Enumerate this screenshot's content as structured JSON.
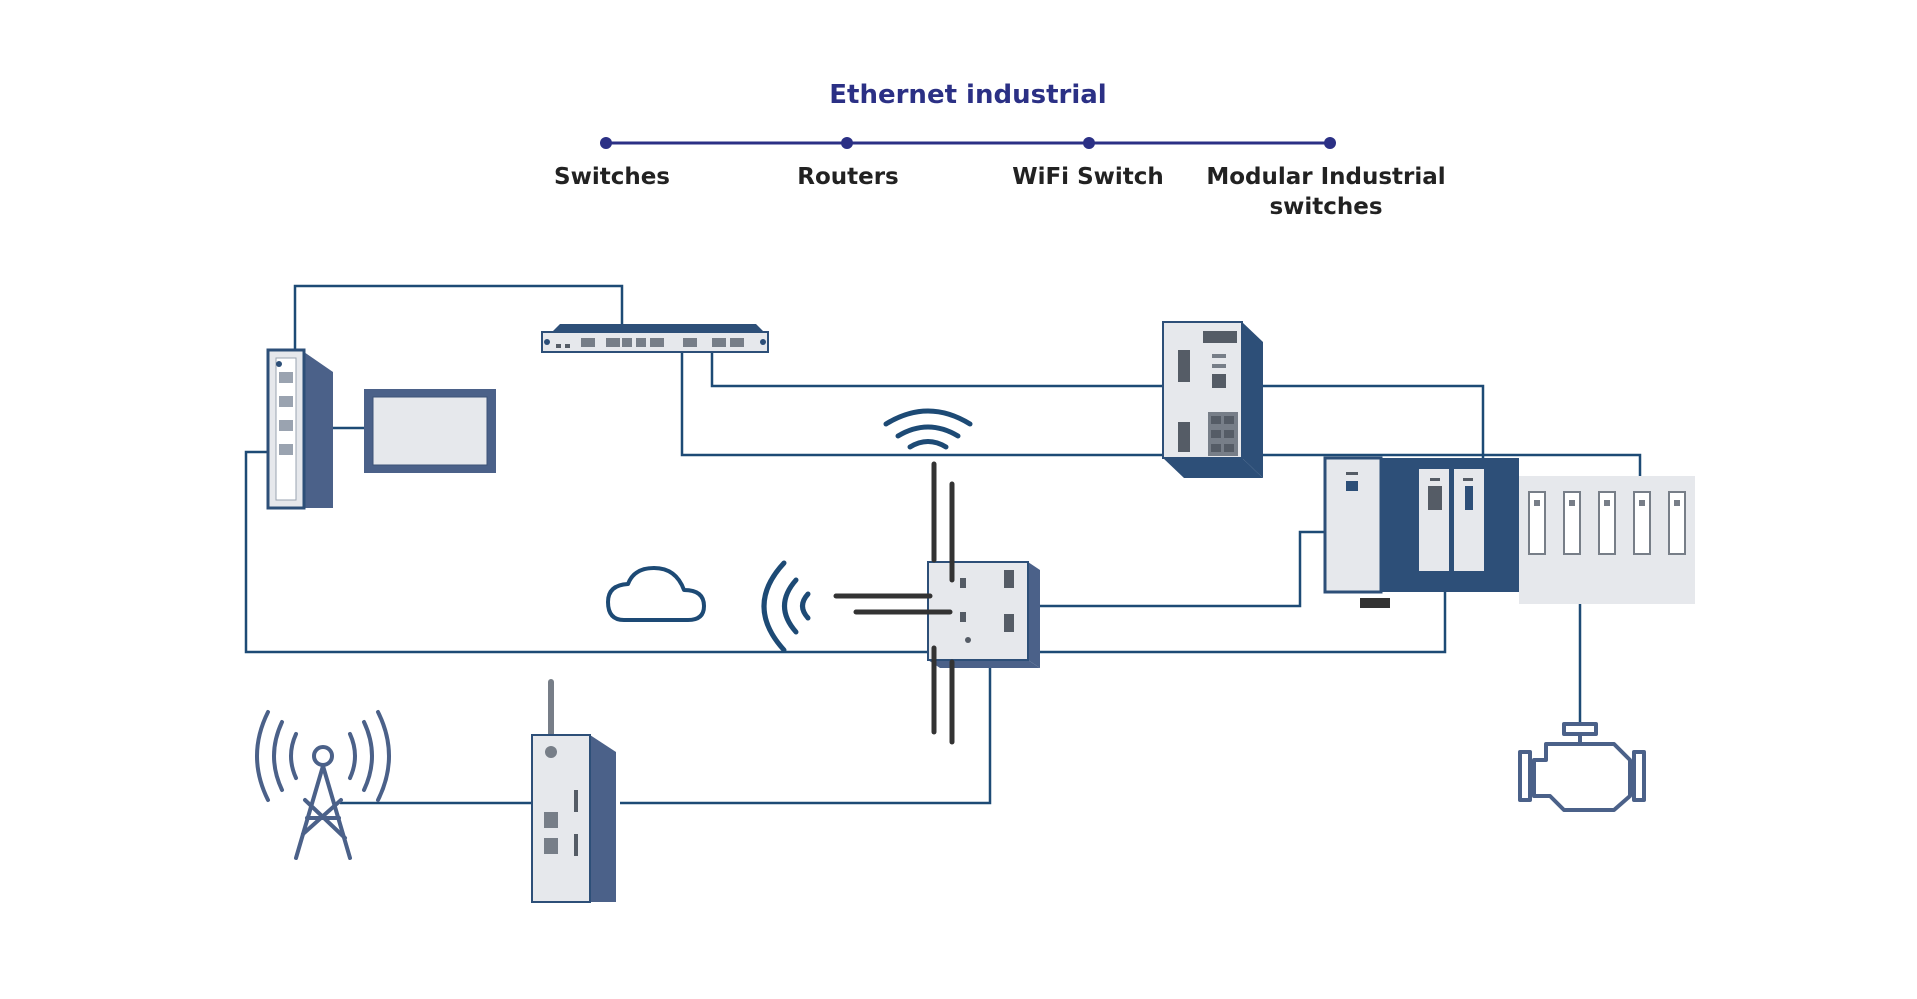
{
  "header": {
    "title": "Ethernet industrial",
    "categories": [
      "Switches",
      "Routers",
      "WiFi Switch",
      "Modular Industrial",
      "switches"
    ]
  },
  "colors": {
    "accent": "#2b3085",
    "line": "#1d4a75",
    "device_dark": "#2d4f78",
    "device_side": "#4b6189",
    "device_face": "#e6e8ec",
    "text": "#222222"
  },
  "icons": [
    "switch-icon",
    "touch-panel-icon",
    "rack-router-icon",
    "wifi-switch-icon",
    "wifi-signal-icon",
    "cloud-icon",
    "wireless-router-icon",
    "modular-switch-icon",
    "io-module-icon",
    "cell-tower-icon",
    "cellular-router-icon",
    "engine-icon"
  ]
}
